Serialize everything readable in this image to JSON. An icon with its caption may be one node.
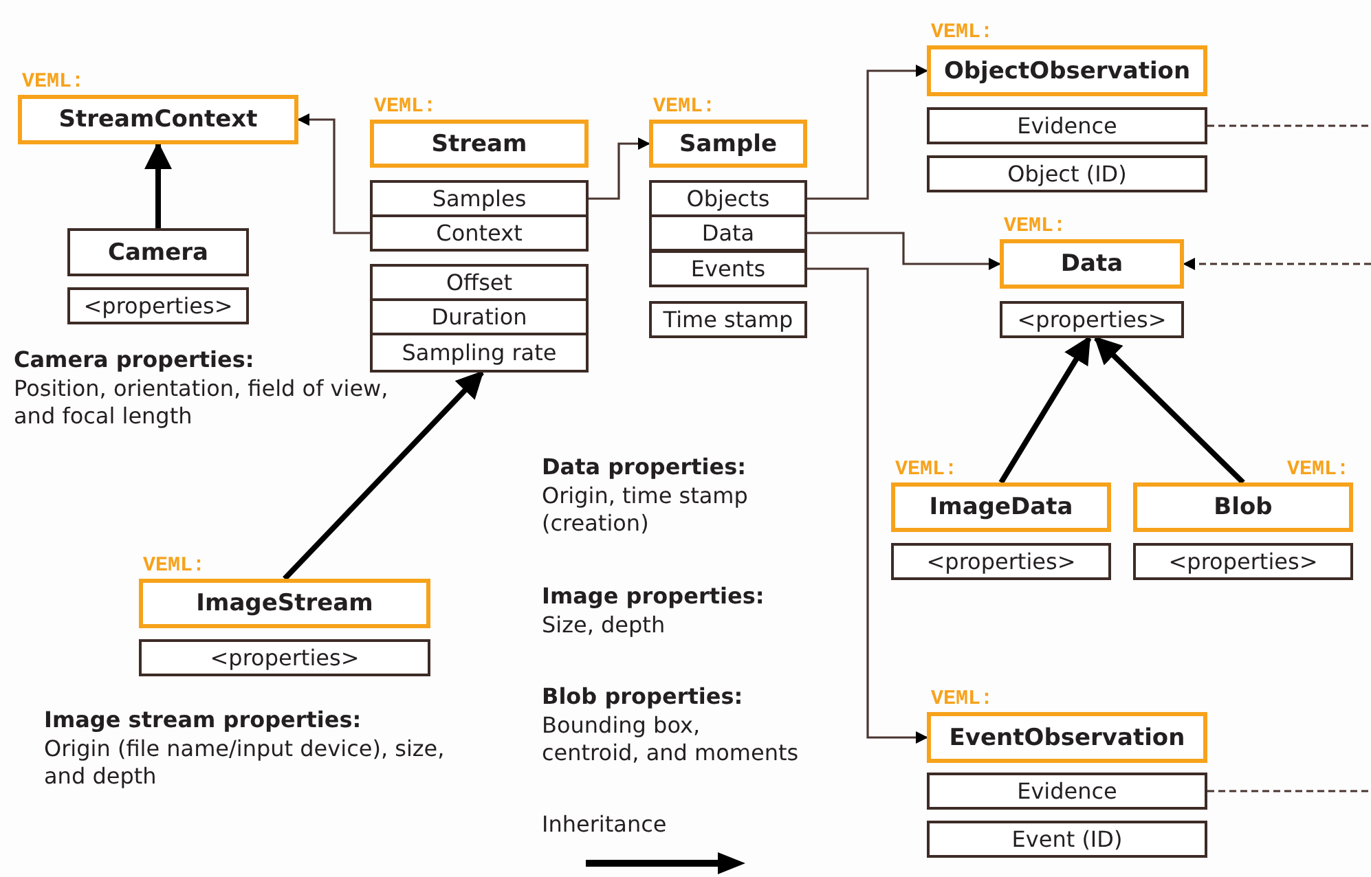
{
  "diagram": {
    "nodes": [
      {
        "text": [
          "StreamContext"
        ],
        "beside": [
          "VEML:"
        ]
      },
      {
        "text": [
          "Camera"
        ]
      },
      {
        "text": [
          "<properties>"
        ]
      },
      {
        "text": [
          "Stream"
        ],
        "beside": [
          "VEML:"
        ]
      },
      {
        "text": [
          "Samples"
        ]
      },
      {
        "text": [
          "Context"
        ]
      },
      {
        "text": [
          "Offset"
        ]
      },
      {
        "text": [
          "Duration"
        ]
      },
      {
        "text": [
          "Sampling rate"
        ]
      },
      {
        "text": [
          "Sample"
        ],
        "beside": [
          "VEML:"
        ]
      },
      {
        "text": [
          "Objects"
        ]
      },
      {
        "text": [
          "Data"
        ]
      },
      {
        "text": [
          "Events"
        ]
      },
      {
        "text": [
          "Time stamp"
        ]
      },
      {
        "text": [
          "ObjectObservation"
        ],
        "beside": [
          "VEML:"
        ]
      },
      {
        "text": [
          "Evidence"
        ]
      },
      {
        "text": [
          "Object (ID)"
        ]
      },
      {
        "text": [
          "Data"
        ],
        "beside": [
          "VEML:"
        ]
      },
      {
        "text": [
          "<properties>"
        ]
      },
      {
        "text": [
          "ImageData"
        ],
        "beside": [
          "VEML:"
        ]
      },
      {
        "text": [
          "<properties>"
        ]
      },
      {
        "text": [
          "Blob"
        ],
        "beside": [
          "VEML:"
        ]
      },
      {
        "text": [
          "<properties>"
        ]
      },
      {
        "text": [
          "ImageStream"
        ],
        "beside": [
          "VEML:"
        ]
      },
      {
        "text": [
          "<properties>"
        ]
      },
      {
        "text": [
          "EventObservation"
        ],
        "beside": [
          "VEML:"
        ]
      },
      {
        "text": [
          "Evidence"
        ]
      },
      {
        "text": [
          "Event (ID)"
        ]
      }
    ],
    "edges": [
      {
        "from": 1,
        "to": 0,
        "arrow": "to",
        "style": "thick"
      },
      {
        "from": 5,
        "to": 0,
        "arrow": "to"
      },
      {
        "from": 4,
        "to": 9,
        "arrow": "to"
      },
      {
        "from": 23,
        "to": 8,
        "arrow": "to",
        "style": "thick"
      },
      {
        "from": 10,
        "to": 14,
        "arrow": "to"
      },
      {
        "from": 11,
        "to": 17,
        "arrow": "to"
      },
      {
        "from": 12,
        "to": 25,
        "arrow": "to"
      },
      {
        "from": 19,
        "to": 18,
        "arrow": "to",
        "style": "thick"
      },
      {
        "from": 21,
        "to": 18,
        "arrow": "to",
        "style": "thick"
      },
      {
        "from": 15,
        "to": null,
        "arrow": "none",
        "style": "dashed"
      },
      {
        "from": null,
        "to": 17,
        "arrow": "to",
        "style": "dashed"
      },
      {
        "from": 26,
        "to": null,
        "arrow": "none",
        "style": "dashed"
      }
    ],
    "labels": [
      "Camera properties:",
      "Position, orientation, field of view, and focal length",
      "Data properties:",
      "Origin, time stamp (creation)",
      "Image properties:",
      "Size, depth",
      "Blob properties:",
      "Bounding box, centroid, and moments",
      "Image stream properties:",
      "Origin (file name/input device), size, and depth"
    ],
    "legend": [
      {
        "text": "Inheritance"
      }
    ]
  }
}
